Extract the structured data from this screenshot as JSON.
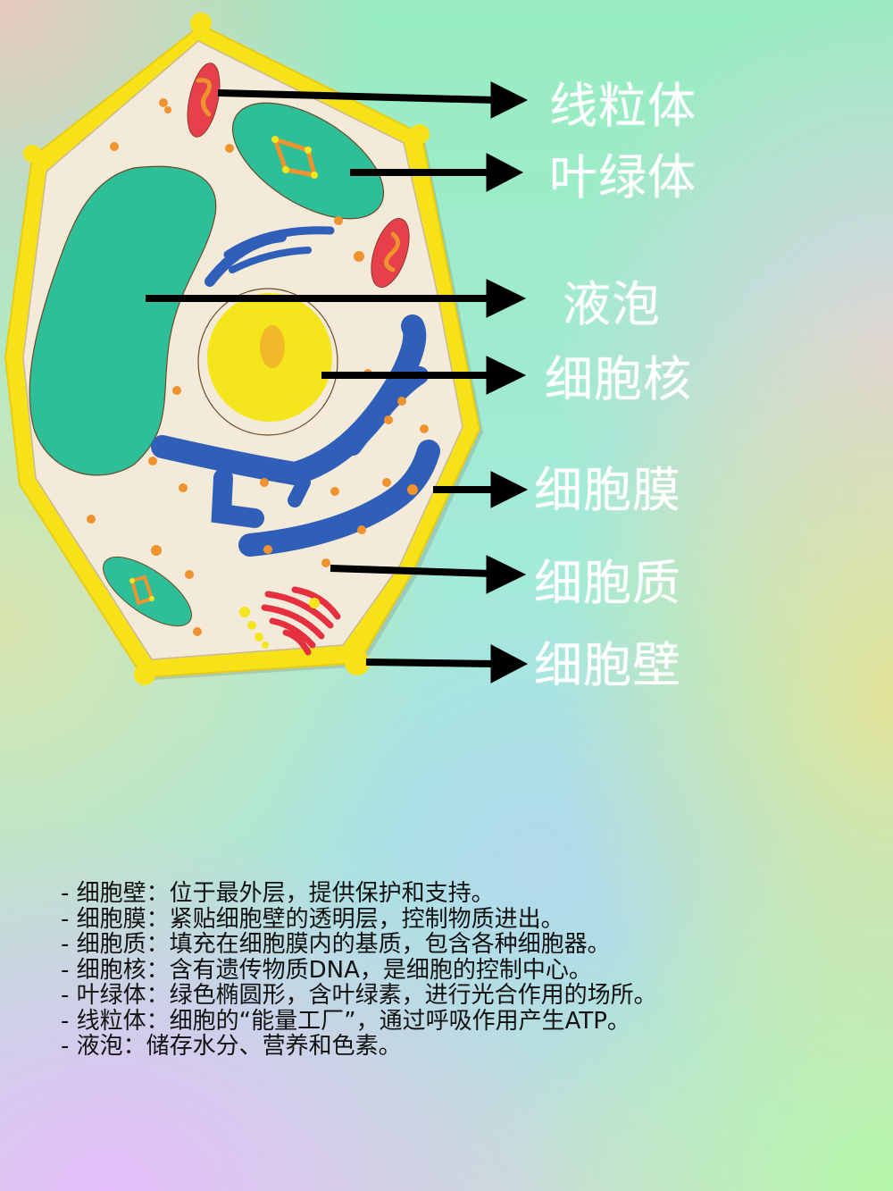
{
  "diagram": {
    "type": "plant-cell-model",
    "labels": [
      {
        "id": "mitochondria",
        "text": "线粒体"
      },
      {
        "id": "chloroplast",
        "text": "叶绿体"
      },
      {
        "id": "vacuole",
        "text": "液泡"
      },
      {
        "id": "nucleus",
        "text": "细胞核"
      },
      {
        "id": "cell-membrane",
        "text": "细胞膜"
      },
      {
        "id": "cytoplasm",
        "text": "细胞质"
      },
      {
        "id": "cell-wall",
        "text": "细胞壁"
      }
    ],
    "colors": {
      "cell_wall": "#f7e21a",
      "cytoplasm": "#f3ead9",
      "vacuole": "#2fbf98",
      "nucleus": "#f5e51c",
      "er": "#2f5fb8",
      "mitochondria": "#e6404a",
      "ribosome": "#f0922e",
      "label_text": "#ffffff",
      "arrow": "#000000"
    }
  },
  "descriptions": [
    "- 细胞壁：位于最外层，提供保护和支持。",
    "- 细胞膜：紧贴细胞壁的透明层，控制物质进出。",
    "- 细胞质：填充在细胞膜内的基质，包含各种细胞器。",
    "- 细胞核：含有遗传物质DNA，是细胞的控制中心。",
    "- 叶绿体：绿色椭圆形，含叶绿素，进行光合作用的场所。",
    "- 线粒体：细胞的“能量工厂”，通过呼吸作用产生ATP。",
    "- 液泡：储存水分、营养和色素。"
  ]
}
